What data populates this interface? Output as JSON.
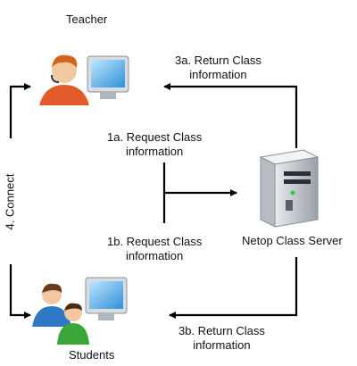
{
  "nodes": {
    "teacher": {
      "label": "Teacher",
      "icon": "teacher-computer-icon"
    },
    "students": {
      "label": "Students",
      "icon": "students-computer-icon"
    },
    "server": {
      "label": "Netop Class Server",
      "icon": "server-tower-icon"
    }
  },
  "edges": {
    "request_a": {
      "line1": "1a. Request Class",
      "line2": "information"
    },
    "request_b": {
      "line1": "1b. Request Class",
      "line2": "information"
    },
    "return_a": {
      "line1": "3a. Return Class",
      "line2": "information"
    },
    "return_b": {
      "line1": "3b. Return Class",
      "line2": "information"
    },
    "connect": {
      "label": "4. Connect"
    }
  },
  "colors": {
    "arrow": "#000000",
    "monitor": "#2f8fd8",
    "server": "#c9cdd3"
  }
}
